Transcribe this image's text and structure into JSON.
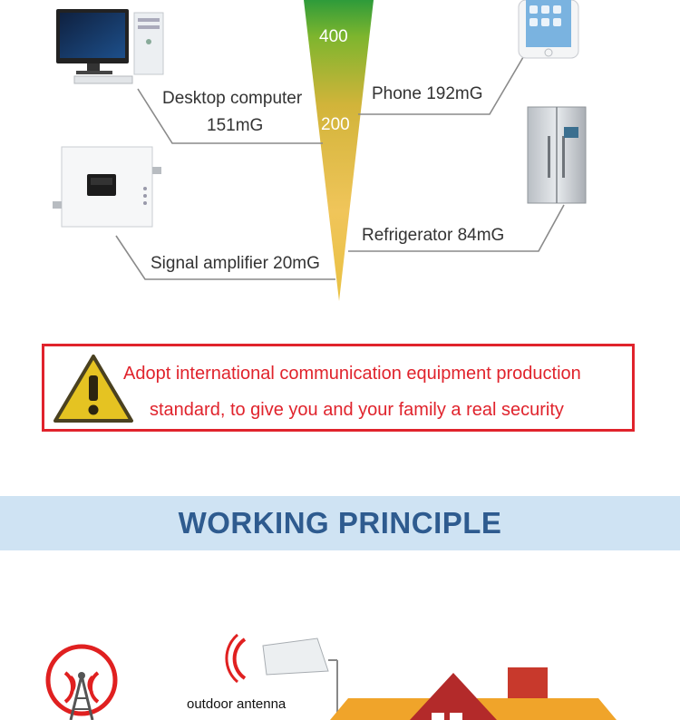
{
  "emf_chart": {
    "scale_top": "400",
    "scale_mid": "200",
    "items": {
      "desktop": {
        "name": "Desktop computer",
        "value": "151mG"
      },
      "phone": {
        "label": "Phone 192mG"
      },
      "refrigerator": {
        "label": "Refrigerator  84mG"
      },
      "amplifier": {
        "label": "Signal amplifier 20mG"
      }
    }
  },
  "warning": {
    "line1": "Adopt international communication equipment production",
    "line2": "standard, to give you and your family a real security",
    "accent_color": "#e0232c"
  },
  "section": {
    "title": "WORKING PRINCIPLE",
    "band_color": "#cfe3f3",
    "title_color": "#2e5b8f"
  },
  "diagram": {
    "antenna_label": "outdoor antenna",
    "icons": [
      "cell-tower-icon",
      "outdoor-antenna-icon",
      "house-icon"
    ]
  }
}
